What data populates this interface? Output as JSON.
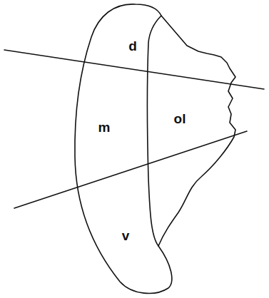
{
  "diagram": {
    "labels": [
      "d",
      "m",
      "ol",
      "v"
    ]
  }
}
